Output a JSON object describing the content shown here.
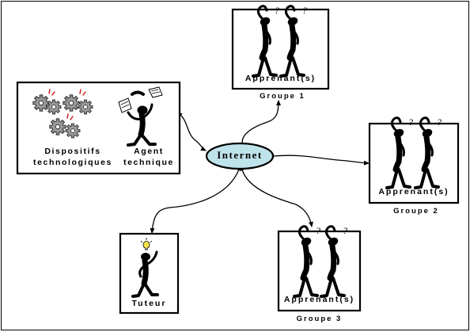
{
  "diagram": {
    "center": {
      "label": "Internet",
      "fill": "#bfe3ea"
    },
    "nodes": {
      "tech_devices": {
        "label_line1": "Dispositifs",
        "label_line2": "technologiques"
      },
      "tech_agent": {
        "label_line1": "Agent",
        "label_line2": "technique"
      },
      "group1": {
        "box_label": "Apprenant(s)",
        "group_label": "Groupe 1"
      },
      "group2": {
        "box_label": "Apprenant(s)",
        "group_label": "Groupe 2"
      },
      "group3": {
        "box_label": "Apprenant(s)",
        "group_label": "Groupe 3"
      },
      "tutor": {
        "box_label": "Tuteur"
      }
    },
    "icons": [
      "gear-icon",
      "confused-person-icon",
      "person-with-idea-icon",
      "telephone-icon",
      "lightbulb-icon"
    ],
    "colors": {
      "gear_red": "#cc1111",
      "bulb": "#f2e24a",
      "ink": "#000000"
    }
  }
}
